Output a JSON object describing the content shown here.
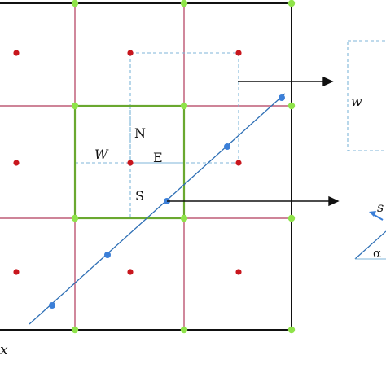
{
  "labels": {
    "north": "N",
    "east": "E",
    "south": "S",
    "west": "W",
    "x_axis": "x",
    "inset_west": "w",
    "inset_s": "s",
    "inset_alpha": "α"
  },
  "colors": {
    "background": "#ffffff",
    "main_grid": "#111111",
    "cell_grid": "#b03a5b",
    "control_volume": "#6aa830",
    "dashed_box": "#7fb6d8",
    "node_point": "#c8161d",
    "vertex_point": "#8fe34a",
    "interface_line": "#2e6fb5",
    "interface_point": "#3b7fd8",
    "arrow": "#111111"
  },
  "icons": {
    "arrow_upper": "right-arrow-icon",
    "arrow_lower": "right-arrow-icon",
    "inset_normal": "blue-arrow-icon"
  }
}
